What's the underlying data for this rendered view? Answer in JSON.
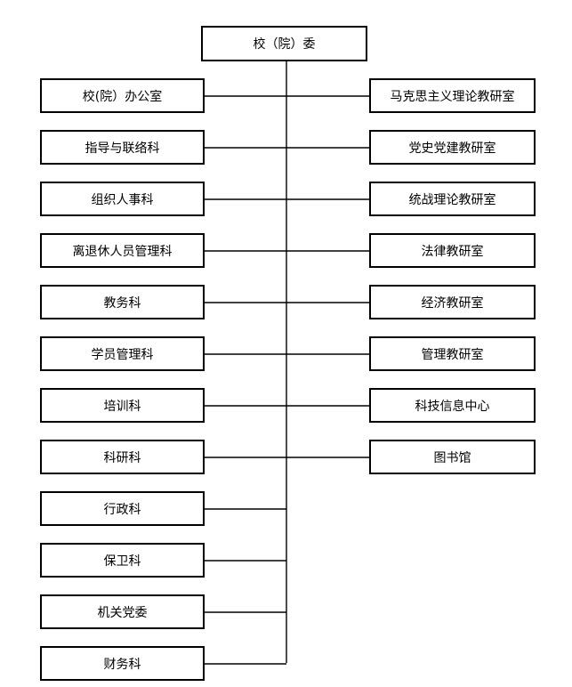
{
  "root": "校（院）委",
  "left_units": [
    "校(院）办公室",
    "指导与联络科",
    "组织人事科",
    "离退休人员管理科",
    "教务科",
    "学员管理科",
    "培训科",
    "科研科",
    "行政科",
    "保卫科",
    "机关党委",
    "财务科"
  ],
  "right_units": [
    "马克思主义理论教研室",
    "党史党建教研室",
    "统战理论教研室",
    "法律教研室",
    "经济教研室",
    "管理教研室",
    "科技信息中心",
    "图书馆"
  ]
}
